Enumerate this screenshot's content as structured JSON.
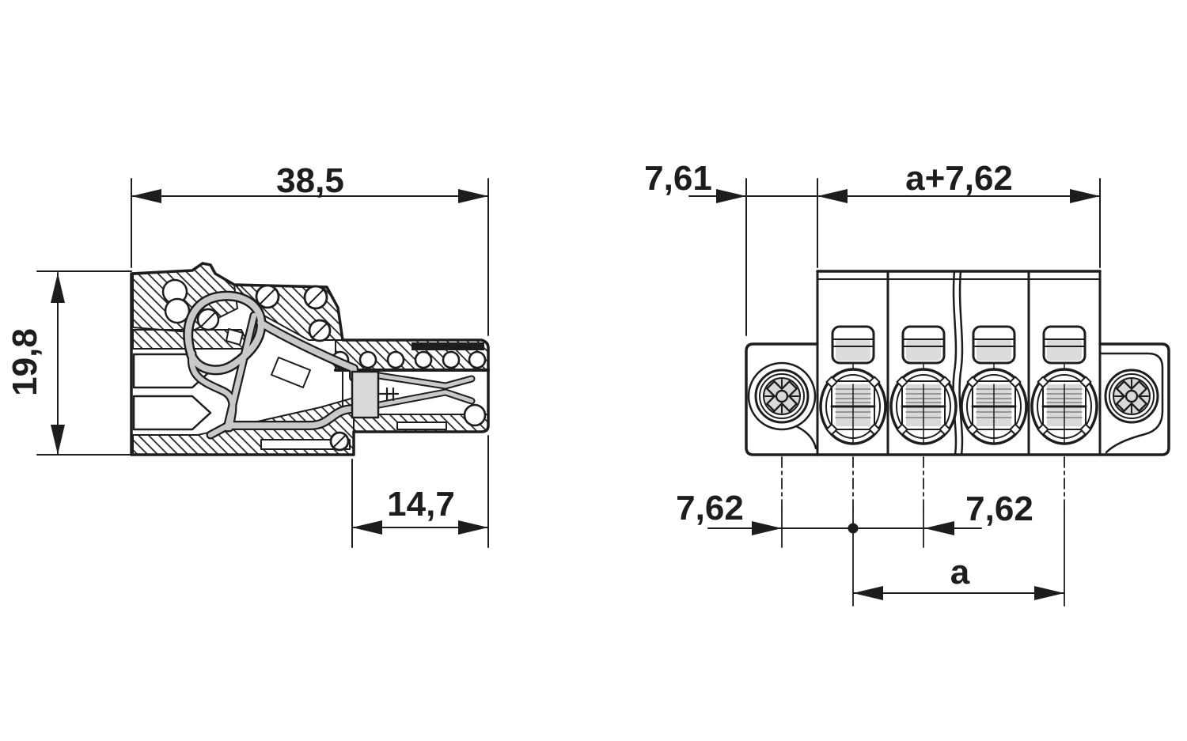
{
  "drawing": {
    "type": "technical-dimension-drawing",
    "units": "mm",
    "line_color": "#1d1d1b",
    "gray_fill": "#d9d9d9",
    "views": {
      "side_section": {
        "description": "Side cross-section of plug connector with spring clamp",
        "dims": {
          "overall_length": "38,5",
          "height": "19,8",
          "plug_depth": "14,7"
        }
      },
      "front": {
        "description": "Front view, 4-position plug with flange fixing screws",
        "positions": 4,
        "dims": {
          "flange_to_first": "7,61",
          "overall_width": "a+7,62",
          "screw_to_pole": "7,62",
          "pole_pitch": "7,62",
          "pole_span": "a"
        }
      }
    }
  }
}
